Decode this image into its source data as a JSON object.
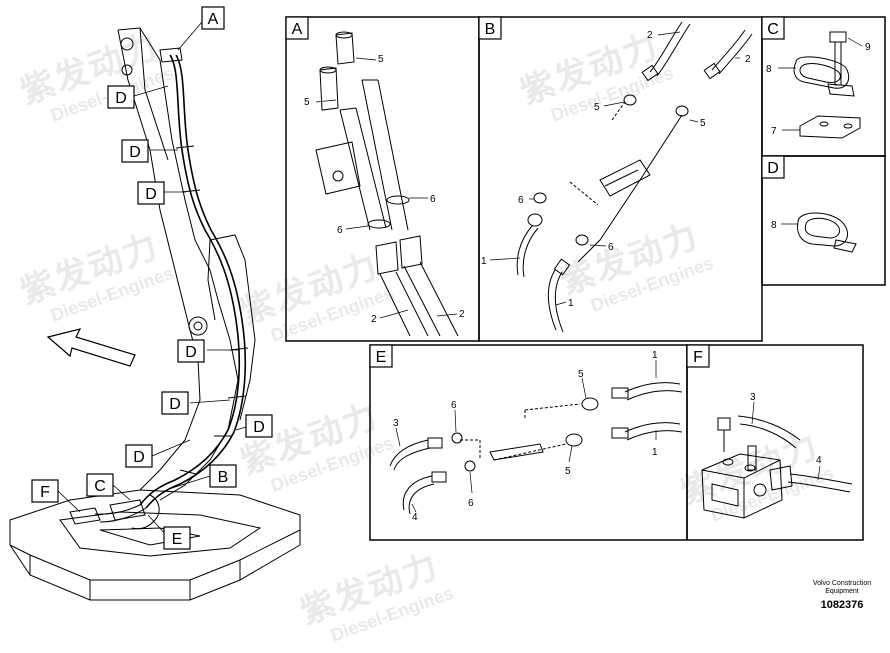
{
  "watermark": {
    "brand_cn": "紫发动力",
    "brand_en": "Diesel-Engines"
  },
  "callouts": {
    "A": "A",
    "B": "B",
    "C": "C",
    "D": "D",
    "E": "E",
    "F": "F"
  },
  "panels": {
    "A": {
      "title": "A",
      "labels": [
        "5",
        "5",
        "6",
        "6",
        "2",
        "2"
      ]
    },
    "B": {
      "title": "B",
      "labels": [
        "2",
        "2",
        "5",
        "5",
        "6",
        "1",
        "6",
        "1"
      ]
    },
    "C": {
      "title": "C",
      "labels": [
        "9",
        "8",
        "7"
      ]
    },
    "D": {
      "title": "D",
      "labels": [
        "8"
      ]
    },
    "E": {
      "title": "E",
      "labels": [
        "1",
        "5",
        "3",
        "6",
        "1",
        "5",
        "6",
        "4"
      ]
    },
    "F": {
      "title": "F",
      "labels": [
        "3",
        "4"
      ]
    }
  },
  "footer": {
    "line1": "Volvo Construction",
    "line2": "Equipment",
    "part_number": "1082376"
  }
}
